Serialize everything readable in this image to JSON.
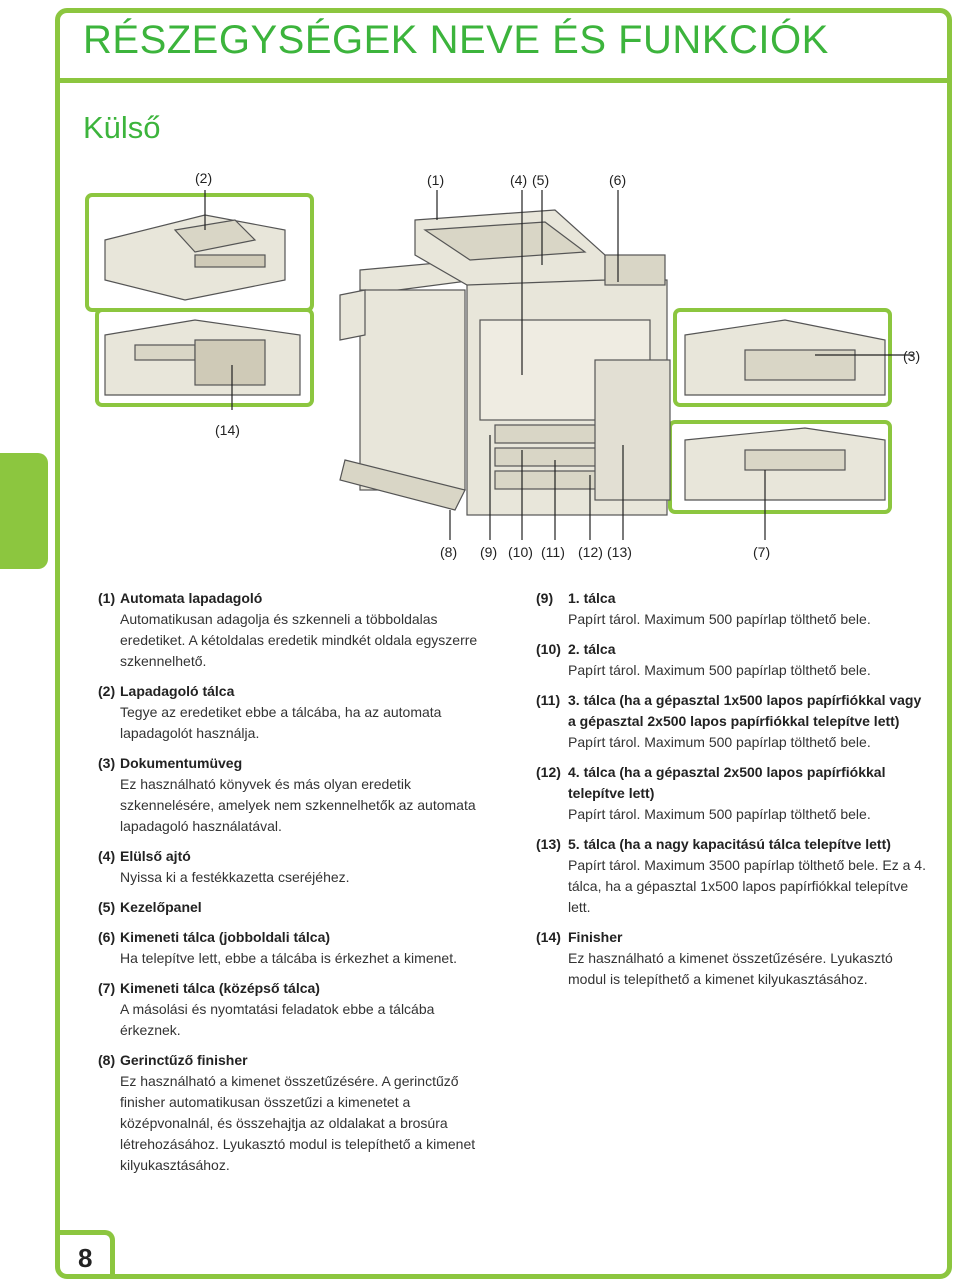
{
  "header": {
    "title": "RÉSZEGYSÉGEK NEVE ÉS FUNKCIÓK"
  },
  "section": {
    "title": "Külső"
  },
  "diagram": {
    "callouts": {
      "c2": "(2)",
      "c1": "(1)",
      "c4": "(4)",
      "c5": "(5)",
      "c6": "(6)",
      "c3": "(3)",
      "c14": "(14)",
      "c8": "(8)",
      "c9": "(9)",
      "c10": "(10)",
      "c11": "(11)",
      "c12": "(12)",
      "c13": "(13)",
      "c7": "(7)"
    }
  },
  "left_items": [
    {
      "num": "(1)",
      "title": "Automata lapadagoló",
      "desc": "Automatikusan adagolja és szkenneli a többoldalas eredetiket. A kétoldalas eredetik mindkét oldala egyszerre szkennelhető."
    },
    {
      "num": "(2)",
      "title": "Lapadagoló tálca",
      "desc": "Tegye az eredetiket ebbe a tálcába, ha az automata lapadagolót használja."
    },
    {
      "num": "(3)",
      "title": "Dokumentumüveg",
      "desc": "Ez használható könyvek és más olyan eredetik szkennelésére, amelyek nem szkennelhetők az automata lapadagoló használatával."
    },
    {
      "num": "(4)",
      "title": "Elülső ajtó",
      "desc": "Nyissa ki a festékkazetta cseréjéhez."
    },
    {
      "num": "(5)",
      "title": "Kezelőpanel",
      "desc": ""
    },
    {
      "num": "(6)",
      "title": "Kimeneti tálca (jobboldali tálca)",
      "desc": "Ha telepítve lett, ebbe a tálcába is érkezhet a kimenet."
    },
    {
      "num": "(7)",
      "title": "Kimeneti tálca (középső tálca)",
      "desc": "A másolási és nyomtatási feladatok ebbe a tálcába érkeznek."
    },
    {
      "num": "(8)",
      "title": "Gerinctűző finisher",
      "desc": "Ez használható a kimenet összetűzésére. A gerinctűző finisher automatikusan összetűzi a kimenetet a középvonalnál, és összehajtja az oldalakat a brosúra létrehozásához. Lyukasztó modul is telepíthető a kimenet kilyukasztásához."
    }
  ],
  "right_items": [
    {
      "num": "(9)",
      "title": "1. tálca",
      "desc": "Papírt tárol. Maximum 500 papírlap tölthető bele."
    },
    {
      "num": "(10)",
      "title": "2. tálca",
      "desc": "Papírt tárol. Maximum 500 papírlap tölthető bele."
    },
    {
      "num": "(11)",
      "title": "3. tálca (ha a gépasztal 1x500 lapos papírfiókkal vagy a gépasztal 2x500 lapos papírfiókkal telepítve lett)",
      "desc": "Papírt tárol. Maximum 500 papírlap tölthető bele."
    },
    {
      "num": "(12)",
      "title": "4. tálca (ha a gépasztal 2x500 lapos papírfiókkal telepítve lett)",
      "desc": "Papírt tárol. Maximum 500 papírlap tölthető bele."
    },
    {
      "num": "(13)",
      "title": "5. tálca (ha a nagy kapacitású tálca telepítve lett)",
      "desc": "Papírt tárol. Maximum 3500 papírlap tölthető bele. Ez a 4. tálca, ha a gépasztal 1x500 lapos papírfiókkal telepítve lett."
    },
    {
      "num": "(14)",
      "title": "Finisher",
      "desc": "Ez használható a kimenet összetűzésére. Lyukasztó modul is telepíthető a kimenet kilyukasztásához."
    }
  ],
  "footer": {
    "page_number": "8"
  },
  "colors": {
    "accent": "#8cc63f",
    "title_green": "#3cb43c"
  }
}
